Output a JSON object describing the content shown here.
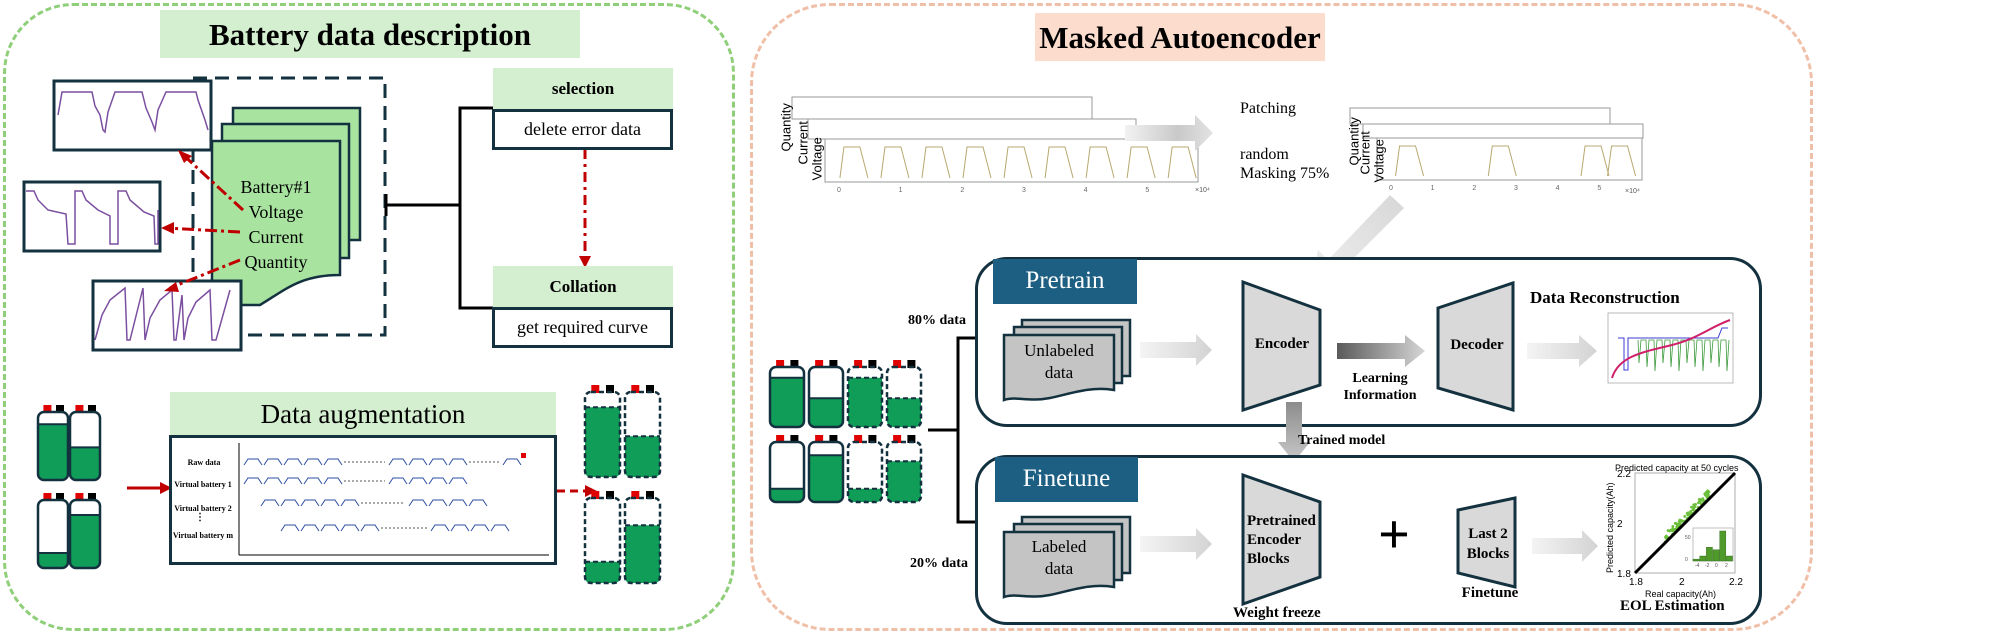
{
  "left_panel": {
    "title": "Battery data description",
    "battery_card": {
      "name": "Battery#1",
      "fields": [
        "Voltage",
        "Current",
        "Quantity"
      ]
    },
    "pipeline": {
      "selection_label": "selection",
      "selection_step": "delete error data",
      "collation_label": "Collation",
      "collation_step": "get required curve"
    },
    "augmentation": {
      "title": "Data augmentation",
      "rows": [
        "Raw data",
        "Virtual battery 1",
        "Virtual battery 2",
        "Virtual battery m"
      ],
      "ellipsis": "⋮"
    }
  },
  "right_panel": {
    "title": "Masked Autoencoder",
    "raw_plot": {
      "ylabels": [
        "Quantity",
        "Current",
        "Voltage"
      ],
      "xticks": [
        "0",
        "1",
        "2",
        "3",
        "4",
        "5"
      ],
      "xscale": "×10⁴"
    },
    "masking": {
      "patching_label": "Patching",
      "masking_label_1": "random",
      "masking_label_2": "Masking 75%"
    },
    "masked_plot": {
      "ylabels": [
        "Quantity",
        "Current",
        "Voltage"
      ],
      "xticks": [
        "0",
        "1",
        "2",
        "3",
        "4",
        "5"
      ],
      "xscale": "×10⁴"
    },
    "split": {
      "pretrain_share": "80% data",
      "finetune_share": "20% data"
    },
    "pretrain": {
      "tag": "Pretrain",
      "data_line1": "Unlabeled",
      "data_line2": "data",
      "encoder": "Encoder",
      "learning_line1": "Learning",
      "learning_line2": "Information",
      "decoder": "Decoder",
      "output_title": "Data Reconstruction"
    },
    "trained_model_label": "Trained model",
    "finetune": {
      "tag": "Finetune",
      "data_line1": "Labeled",
      "data_line2": "data",
      "encoder_line1": "Pretrained",
      "encoder_line2": "Encoder",
      "encoder_line3": "Blocks",
      "encoder_caption": "Weight freeze",
      "plus": "+",
      "head_line1": "Last 2",
      "head_line2": "Blocks",
      "head_caption": "Finetune",
      "output_title": "EOL Estimation"
    }
  },
  "chart_data": {
    "type": "scatter",
    "title": "Predicted capacity at 50 cycles",
    "xlabel": "Real capacity(Ah)",
    "ylabel": "Predicted capacity(Ah)",
    "xlim": [
      1.8,
      2.2
    ],
    "ylim": [
      1.8,
      2.2
    ],
    "xticks": [
      "1.8",
      "2",
      "2.2"
    ],
    "yticks": [
      "1.8",
      "2",
      "2.2"
    ],
    "reference_line": "y = x",
    "inset": {
      "type": "bar",
      "categories": [
        "-4",
        "-2",
        "0",
        "2"
      ],
      "xtick_labels": [
        "-4",
        "-2",
        "0",
        "2"
      ],
      "ytick_labels": [
        "0",
        "50"
      ],
      "values": [
        3,
        8,
        22,
        18,
        48,
        8
      ]
    }
  },
  "colors": {
    "green_panel_border": "#8fcf7a",
    "salmon_panel_border": "#f0bfa8",
    "stage_tag": "#1c5f82",
    "battery_fill": "#0f9d58",
    "arrow_red": "#c00000"
  }
}
